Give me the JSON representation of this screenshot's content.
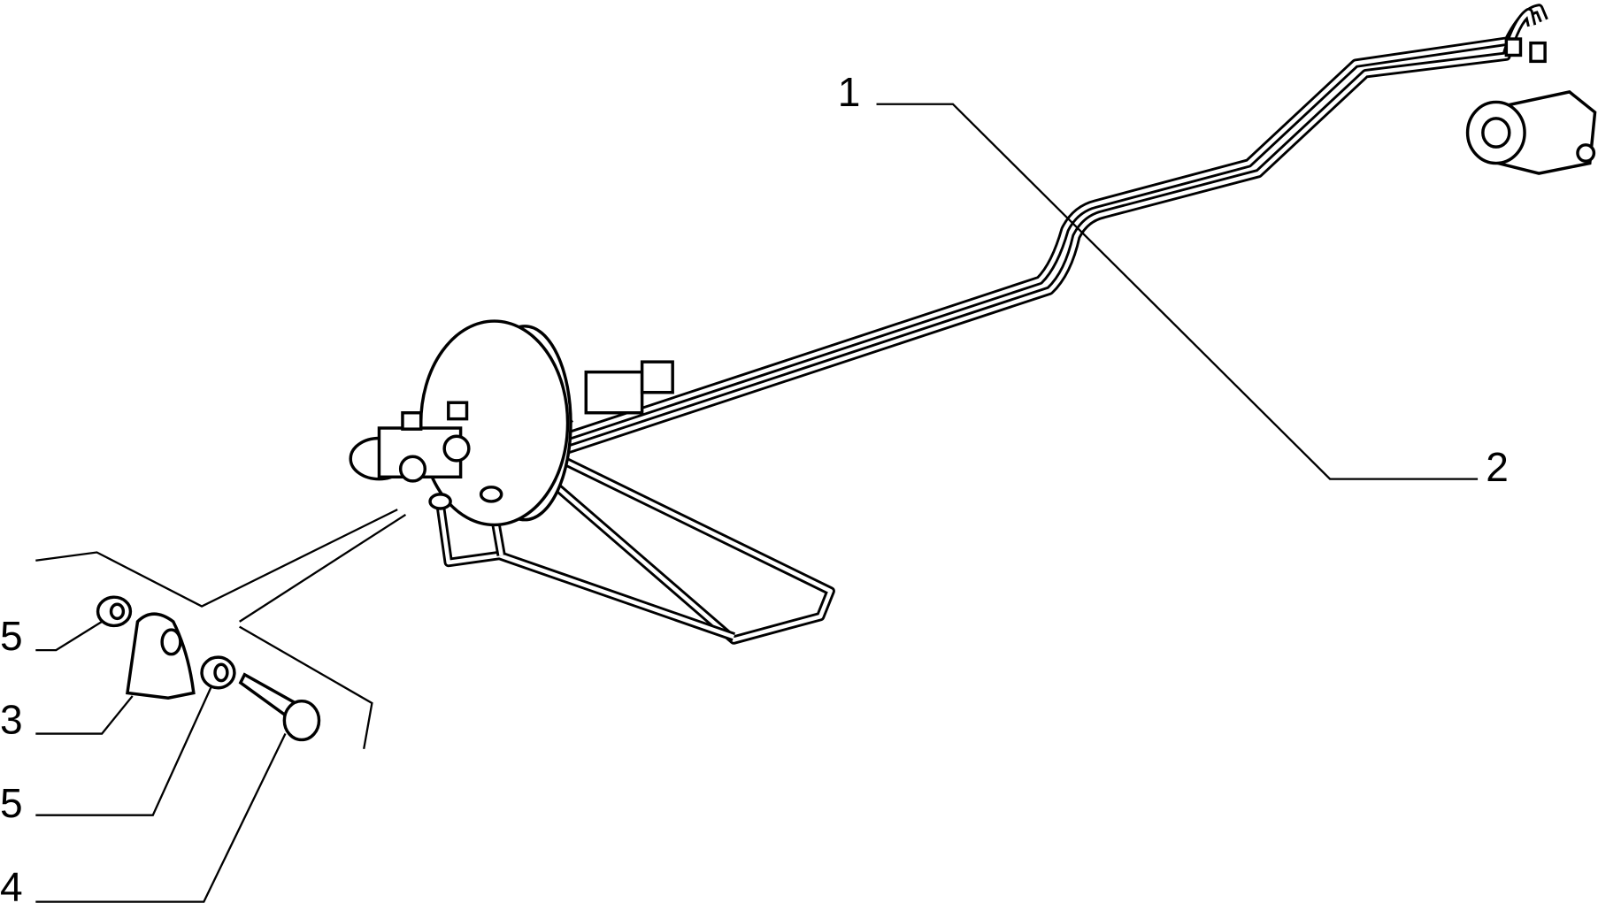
{
  "diagram": {
    "callouts": [
      {
        "id": "callout-1",
        "text": "1"
      },
      {
        "id": "callout-2",
        "text": "2"
      },
      {
        "id": "callout-5a",
        "text": "5"
      },
      {
        "id": "callout-3",
        "text": "3"
      },
      {
        "id": "callout-5b",
        "text": "5"
      },
      {
        "id": "callout-4",
        "text": "4"
      }
    ]
  }
}
